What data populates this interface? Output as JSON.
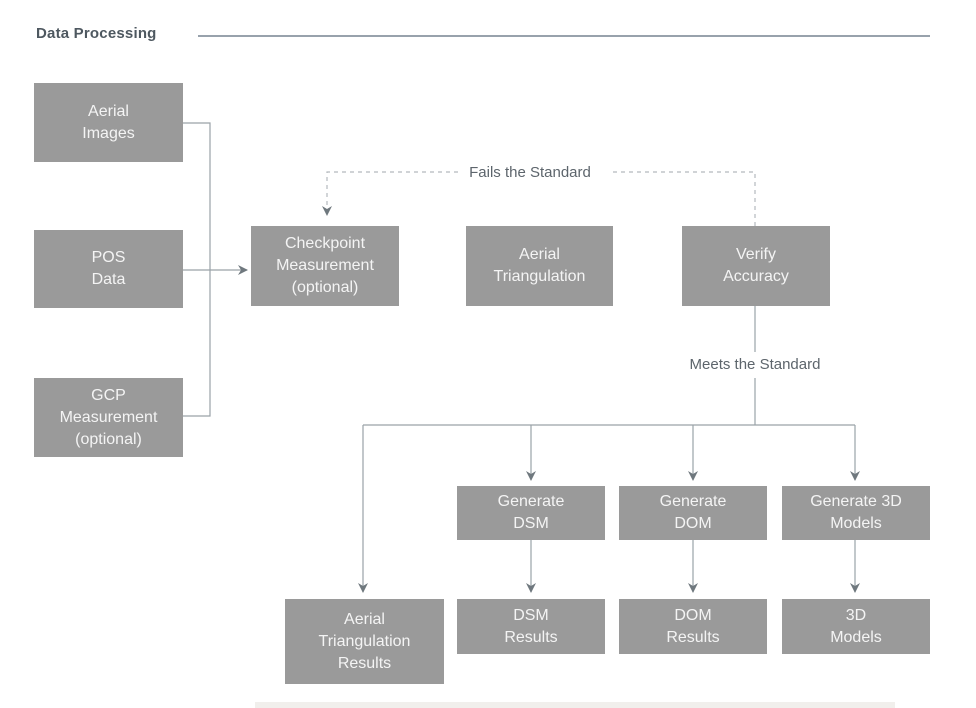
{
  "header": {
    "title": "Data Processing"
  },
  "nodes": {
    "aerial_images": {
      "label": "Aerial\nImages"
    },
    "pos_data": {
      "label": "POS\nData"
    },
    "gcp_measurement": {
      "label": "GCP\nMeasurement\n(optional)"
    },
    "checkpoint_measurement": {
      "label": "Checkpoint\nMeasurement\n(optional)"
    },
    "aerial_triangulation": {
      "label": "Aerial\nTriangulation"
    },
    "verify_accuracy": {
      "label": "Verify\nAccuracy"
    },
    "generate_dsm": {
      "label": "Generate\nDSM"
    },
    "generate_dom": {
      "label": "Generate\nDOM"
    },
    "generate_3d_models": {
      "label": "Generate 3D\nModels"
    },
    "aerial_triangulation_results": {
      "label": "Aerial\nTriangulation\nResults"
    },
    "dsm_results": {
      "label": "DSM\nResults"
    },
    "dom_results": {
      "label": "DOM\nResults"
    },
    "threed_models": {
      "label": "3D\nModels"
    }
  },
  "edge_labels": {
    "fails": "Fails the Standard",
    "meets": "Meets the Standard"
  },
  "colors": {
    "box_fill": "#9a9a9a",
    "box_text": "#f4f4f4",
    "title_text": "#4e5860",
    "title_rule": "#98a2ac",
    "connector": "#9aa2a8",
    "arrowhead": "#6f787e",
    "dashed_connector": "#b4b9bd",
    "edge_label_text": "#5d656c"
  }
}
